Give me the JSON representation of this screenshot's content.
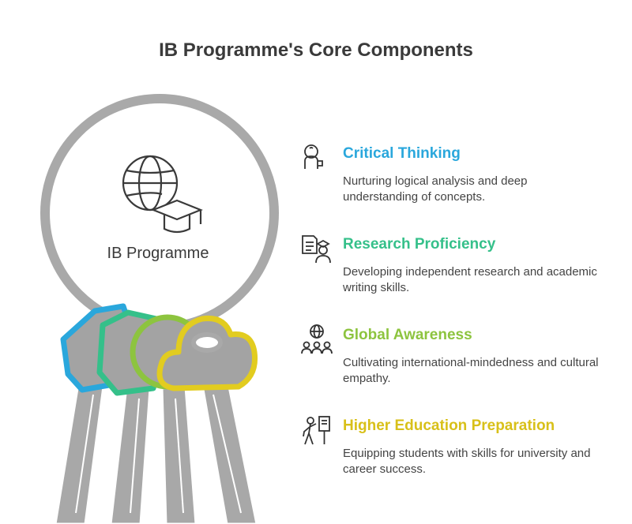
{
  "title": "IB Programme's Core Components",
  "ring_label": "IB Programme",
  "colors": {
    "ring": "#a9a9a9",
    "key_gray": "#a3a3a3",
    "blue": "#2aa7dc",
    "green": "#35c08a",
    "lime": "#8dc43f",
    "yellow": "#e2cc1f"
  },
  "components": [
    {
      "heading": "Critical Thinking",
      "description": "Nurturing logical analysis and deep understanding of concepts.",
      "color": "#2aa7dc",
      "icon": "thinking-head-icon"
    },
    {
      "heading": "Research Proficiency",
      "description": "Developing independent research and academic writing skills.",
      "color": "#35c08a",
      "icon": "research-document-icon"
    },
    {
      "heading": "Global Awareness",
      "description": "Cultivating international-mindedness and cultural empathy.",
      "color": "#8dc43f",
      "icon": "globe-people-icon"
    },
    {
      "heading": "Higher Education Preparation",
      "description": "Equipping students with skills for university and career success.",
      "color": "#e2cc1f",
      "icon": "student-presentation-icon"
    }
  ]
}
